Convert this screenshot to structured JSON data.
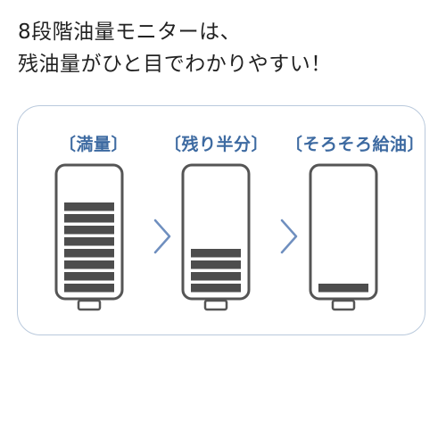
{
  "headline": {
    "line1": "8段階油量モニターは、",
    "line2": "残油量がひと目でわかりやすい！"
  },
  "gauges": [
    {
      "label": "〔満量〕",
      "filled_segments": 8,
      "total_segments": 8
    },
    {
      "label": "〔残り半分〕",
      "filled_segments": 4,
      "total_segments": 8
    },
    {
      "label": "〔そろそろ給油〕",
      "filled_segments": 1,
      "total_segments": 8
    }
  ],
  "colors": {
    "label": "#3d6aa1",
    "segment": "#4d4d4d",
    "outline": "#555555",
    "arrow": "#6f8fbf",
    "panel_border": "#b9c9dc"
  }
}
